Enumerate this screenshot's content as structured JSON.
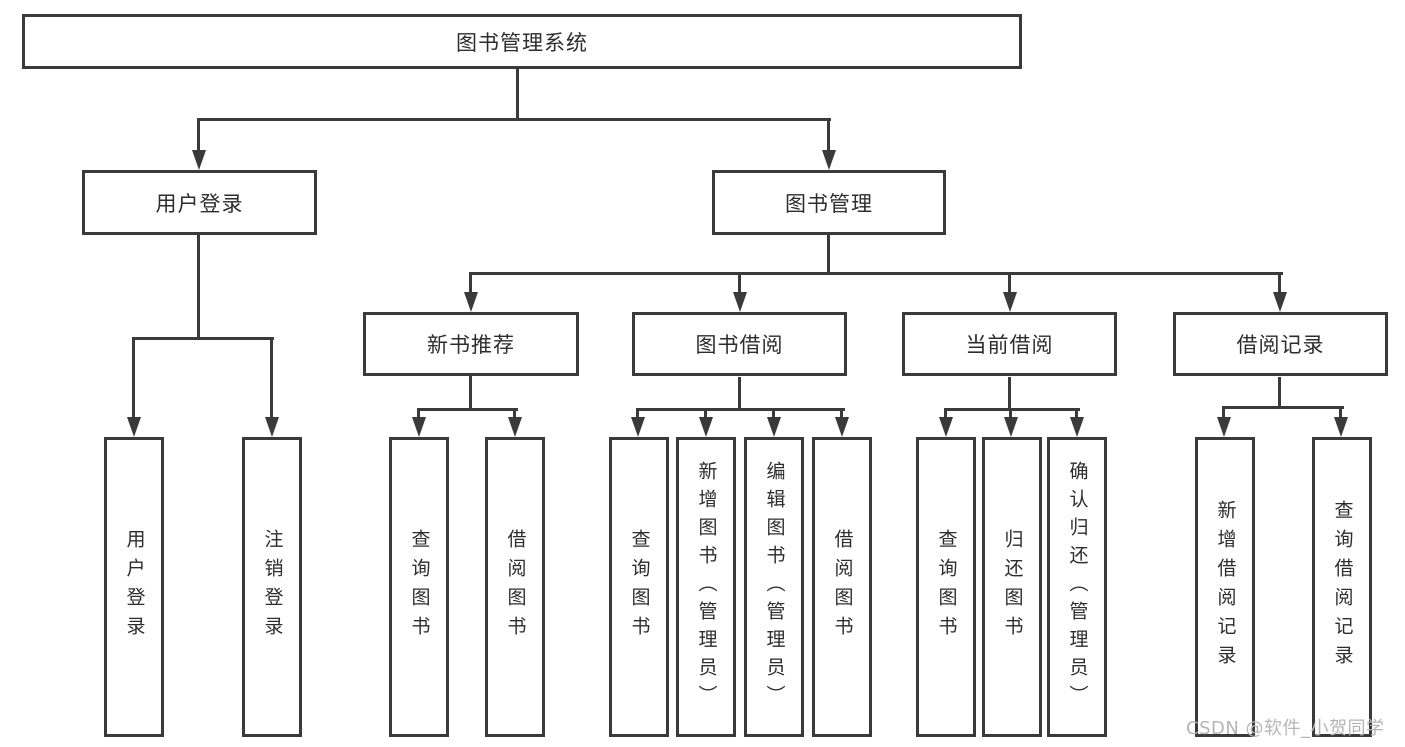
{
  "root": {
    "label": "图书管理系统"
  },
  "level2": [
    {
      "label": "用户登录"
    },
    {
      "label": "图书管理"
    }
  ],
  "level3": [
    {
      "label": "新书推荐"
    },
    {
      "label": "图书借阅"
    },
    {
      "label": "当前借阅"
    },
    {
      "label": "借阅记录"
    }
  ],
  "leaves": [
    {
      "label": "用户登录"
    },
    {
      "label": "注销登录"
    },
    {
      "label": "查询图书"
    },
    {
      "label": "借阅图书"
    },
    {
      "label": "查询图书"
    },
    {
      "label": "新增图书（管理员）"
    },
    {
      "label": "编辑图书（管理员）"
    },
    {
      "label": "借阅图书"
    },
    {
      "label": "查询图书"
    },
    {
      "label": "归还图书"
    },
    {
      "label": "确认归还（管理员）"
    },
    {
      "label": "新增借阅记录"
    },
    {
      "label": "查询借阅记录"
    }
  ],
  "watermark": {
    "text": "CSDN @软件_小贺同学"
  },
  "colors": {
    "line": "#3a3a3a",
    "text": "#2d2d2d",
    "background": "#ffffff",
    "watermark": "#b5b5b5"
  }
}
